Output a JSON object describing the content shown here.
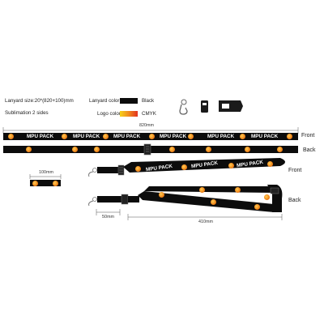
{
  "specs": {
    "size_label": "Lanyard size:20*(820+100)mm",
    "sublimation_label": "Sublimation  2  sides",
    "lanyard_color_label": "Lanyard color:",
    "lanyard_color_value": "Black",
    "lanyard_color_hex": "#0c0c0c",
    "logo_color_label": "Logo color:",
    "logo_color_value": "CMYK",
    "logo_gradient": [
      "#f7d21a",
      "#f08a1c",
      "#e2311f"
    ]
  },
  "accessories": [
    "swivel-hook-icon",
    "plastic-buckle-icon",
    "breakaway-clip-icon"
  ],
  "flat_strap": {
    "length_label": "820mm",
    "brand_text": "MPU PACK",
    "front_label": "Front",
    "back_label": "Back"
  },
  "short_strap": {
    "length_label": "100mm"
  },
  "assembled": {
    "brand_text": "MPU PACK",
    "front_label": "Front",
    "back_label": "Back",
    "clip_length_label": "50mm",
    "drop_length_label": "410mm"
  }
}
